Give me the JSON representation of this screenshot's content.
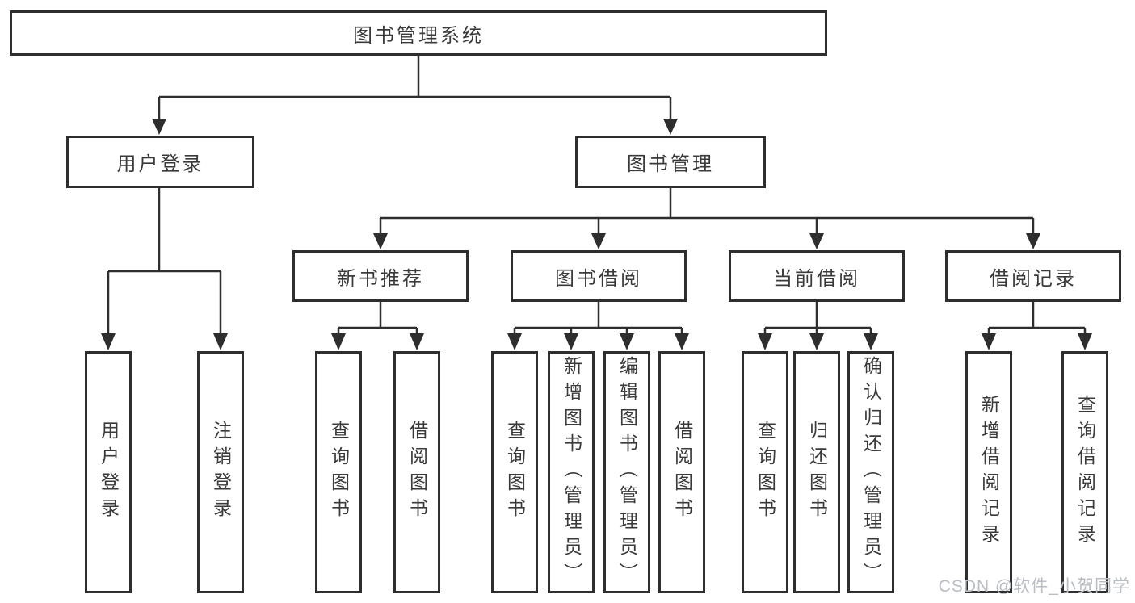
{
  "diagram": {
    "root": {
      "label": "图书管理系统"
    },
    "level2": [
      {
        "label": "用户登录"
      },
      {
        "label": "图书管理"
      }
    ],
    "level3": [
      {
        "label": "新书推荐"
      },
      {
        "label": "图书借阅"
      },
      {
        "label": "当前借阅"
      },
      {
        "label": "借阅记录"
      }
    ],
    "leaves": {
      "user_login": [
        "用户登录",
        "注销登录"
      ],
      "new_books": [
        "查询图书",
        "借阅图书"
      ],
      "borrow": [
        "查询图书",
        "新增图书（管理员）",
        "编辑图书（管理员）",
        "借阅图书"
      ],
      "current": [
        "查询图书",
        "归还图书",
        "确认归还（管理员）"
      ],
      "records": [
        "新增借阅记录",
        "查询借阅记录"
      ]
    }
  },
  "watermark": "CSDN @软件_小贺同学",
  "colors": {
    "line": "#2e2e2e",
    "text": "#3a3a3a",
    "background": "#ffffff",
    "watermark": "#b9bdc4"
  }
}
